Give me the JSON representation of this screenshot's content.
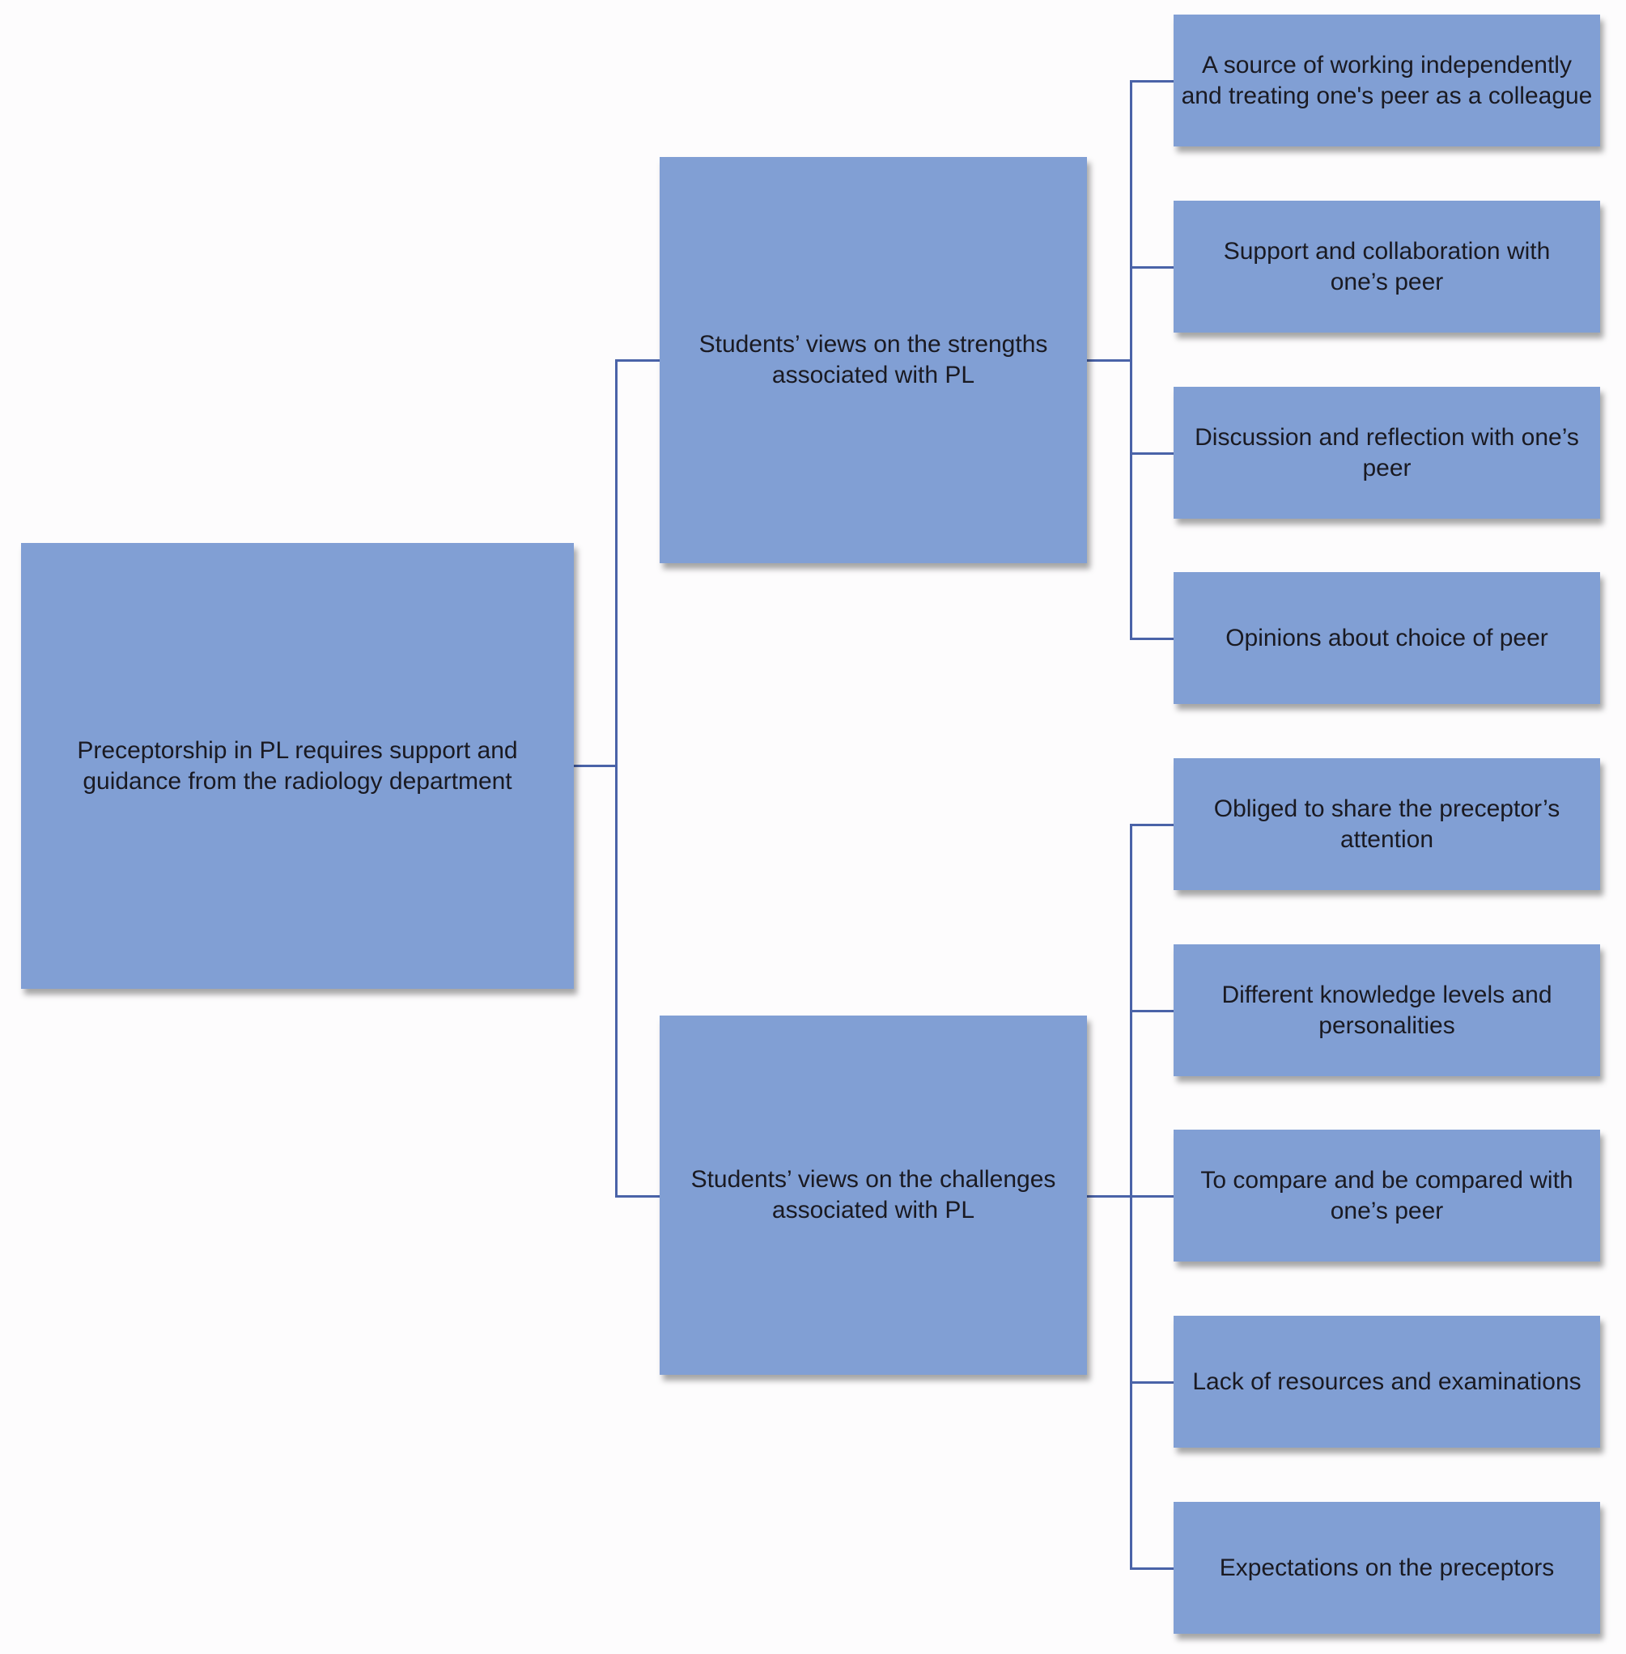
{
  "root": {
    "label": "Preceptorship in PL requires support and guidance from the radiology department"
  },
  "branches": [
    {
      "label": "Students’ views on the strengths associated with PL",
      "children": [
        "A source of working independently and treating one's peer as a colleague",
        "Support and collaboration with one’s peer",
        "Discussion and reflection with one’s peer",
        "Opinions about choice of peer"
      ]
    },
    {
      "label": "Students’ views on the challenges associated with PL",
      "children": [
        "Obliged to share the preceptor’s attention",
        "Different knowledge levels and personalities",
        "To compare and be compared with one’s peer",
        "Lack of resources and examinations",
        "Expectations on the preceptors"
      ]
    }
  ],
  "colors": {
    "box": "#819fd4",
    "line": "#4a63a8"
  }
}
